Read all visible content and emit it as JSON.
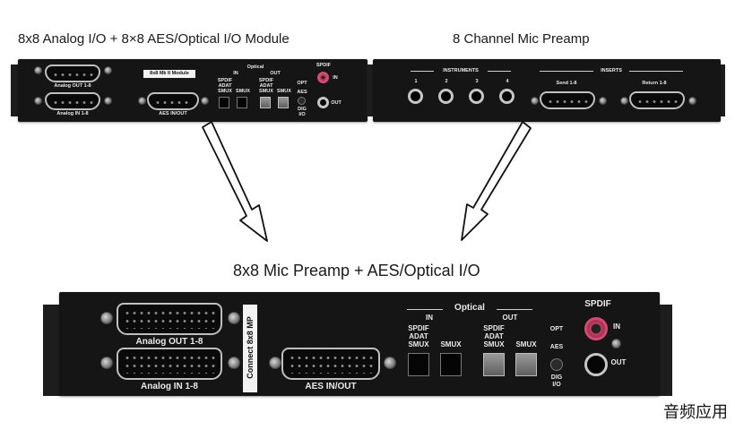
{
  "titles": {
    "top_left": "8x8 Analog I/O + 8×8 AES/Optical I/O Module",
    "top_right": "8 Channel Mic Preamp",
    "bottom": "8x8 Mic Preamp + AES/Optical I/O"
  },
  "left_panel": {
    "analog_out": "Analog OUT 1-8",
    "analog_in": "Analog IN 1-8",
    "module_tag": "8x8 Mk II Module",
    "aes": "AES IN/OUT",
    "optical": "Optical",
    "in": "IN",
    "out": "OUT",
    "spdif_adat": "SPDIF ADAT SMUX",
    "smux": "SMUX",
    "spdif": "SPDIF",
    "opt": "OPT",
    "aes_small": "AES",
    "dig": "DIG I/O",
    "in_v": "IN",
    "out_v": "OUT"
  },
  "right_panel": {
    "instruments": "INSTRUMENTS",
    "inserts": "INSERTS",
    "inst_numbers": [
      "1",
      "2",
      "3",
      "4"
    ],
    "send": "Send 1-8",
    "return": "Return 1-8"
  },
  "bottom_panel": {
    "analog_out": "Analog OUT 1-8",
    "analog_in": "Analog IN 1-8",
    "connect_tag": "Connect 8x8 MP",
    "aes": "AES IN/OUT",
    "optical": "Optical",
    "in": "IN",
    "out": "OUT",
    "spdif_l1": "SPDIF",
    "spdif_l2": "ADAT",
    "spdif_l3": "SMUX",
    "smux": "SMUX",
    "spdif": "SPDIF",
    "opt": "OPT",
    "aes_small": "AES",
    "dig": "DIG",
    "io": "I/O",
    "in_v": "IN",
    "out_v": "OUT"
  },
  "watermark": "音频应用"
}
